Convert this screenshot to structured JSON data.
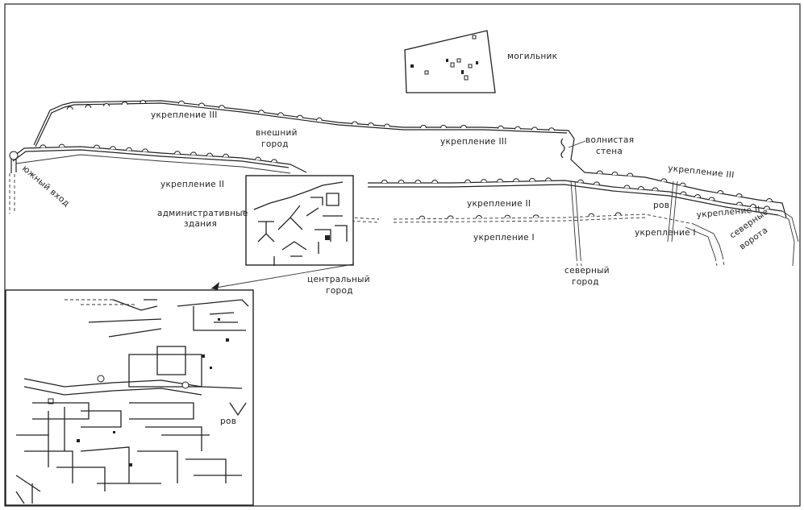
{
  "labels": {
    "cemetery": "могильник",
    "fort3_west": "укрепление III",
    "outer_city": "внешний",
    "outer_city_2": "город",
    "fort3_mid": "укрепление III",
    "wavy_wall": "волнистая",
    "wavy_wall_2": "стена",
    "fort3_east": "укрепление III",
    "south_entrance": "южный вход",
    "fort2_west": "укрепление II",
    "admin_buildings": "административные",
    "admin_buildings_2": "здания",
    "fort2_mid": "укрепление II",
    "moat_east": "ров",
    "fort2_east": "укрепление II",
    "fort1_mid": "укрепление I",
    "fort1_east": "укрепление I",
    "north_gate": "северные",
    "north_gate_2": "ворота",
    "north_city": "северный",
    "north_city_2": "город",
    "central_city": "центральный",
    "central_city_2": "город",
    "moat_inset": "ров"
  }
}
